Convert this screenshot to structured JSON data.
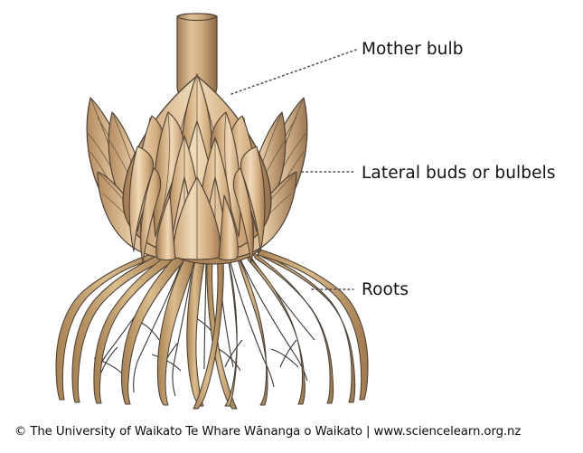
{
  "figure": {
    "title": "Bulb structure diagram",
    "subject": "mother bulb with lateral buds and roots",
    "background_color": "#ffffff"
  },
  "labels": [
    {
      "id": "mother-bulb",
      "text": "Mother bulb",
      "leader": "diagonal dotted line from bulb to label"
    },
    {
      "id": "lateral-buds",
      "text": "Lateral buds or bulbels",
      "leader": "horizontal dotted line from lateral bud to label"
    },
    {
      "id": "roots",
      "text": "Roots",
      "leader": "horizontal dotted line from roots to label"
    }
  ],
  "caption": {
    "text": "© The University of Waikato Te Whare Wānanga o Waikato | www.sciencelearn.org.nz"
  },
  "colors": {
    "scale_light": "#e8cfa8",
    "scale_mid": "#d6b183",
    "scale_dark": "#a9825a",
    "outline": "#4a4036",
    "root_fill": "#d4b183",
    "root_outline": "#4a4036",
    "hair_root": "#2b2b2b",
    "text": "#121212",
    "leader_line": "#555555"
  }
}
